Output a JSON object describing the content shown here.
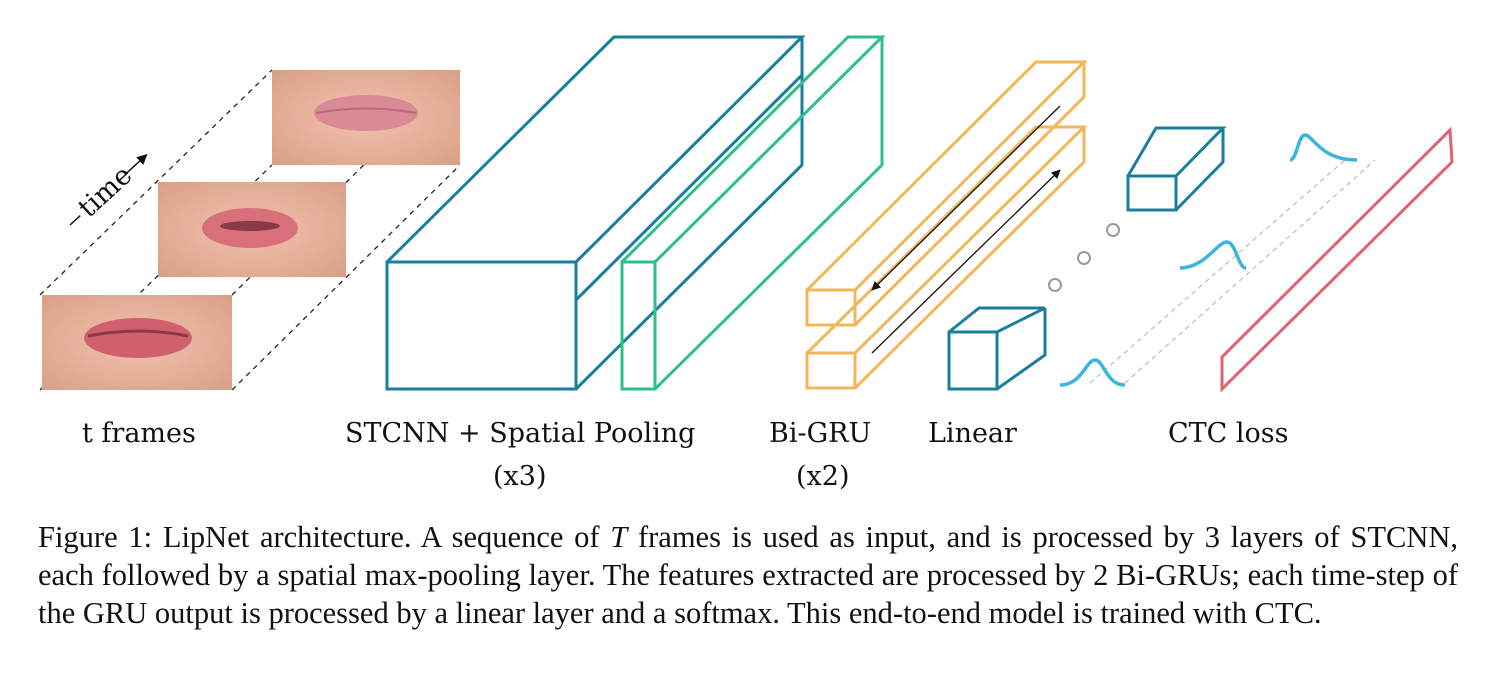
{
  "labels": {
    "frames": "t frames",
    "time": "time",
    "stcnn": "STCNN + Spatial Pooling",
    "stcnn_repeat": "(x3)",
    "bigru": "Bi-GRU",
    "bigru_repeat": "(x2)",
    "linear": "Linear",
    "ctc": "CTC loss"
  },
  "caption": {
    "figure_label": "Figure 1:",
    "part1": "LipNet architecture. A sequence of",
    "variable": "T",
    "part2": "frames is used as input, and is processed by 3 layers of STCNN, each followed by a spatial max-pooling layer. The features extracted are processed by 2 Bi-GRUs; each time-step of the GRU output is processed by a linear layer and a softmax. This end-to-end model is trained with CTC."
  },
  "colors": {
    "stcnn": "#1a7f9c",
    "pooling": "#2ebf8c",
    "bigru": "#f2b65c",
    "linear": "#1a7f9c",
    "ctc_peaks": "#3cb4dc",
    "ctc_loss": "#e06470",
    "dots": "#888888"
  }
}
